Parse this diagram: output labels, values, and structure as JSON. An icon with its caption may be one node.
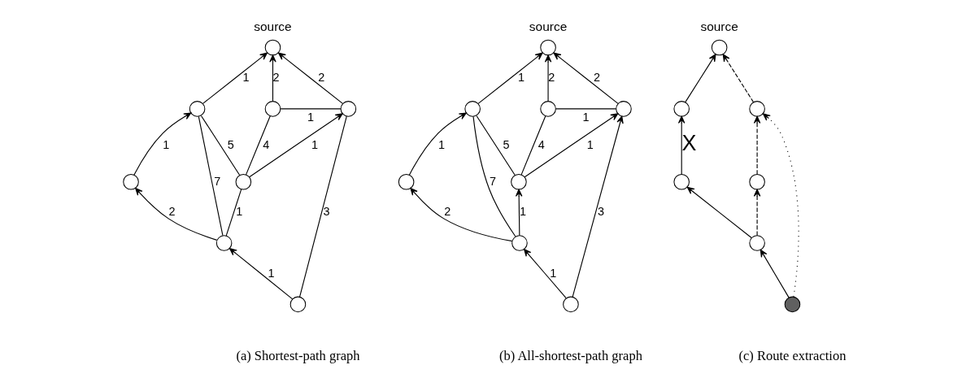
{
  "diagram": {
    "nodes": [
      {
        "text": [],
        "shape": "circle",
        "beside": [
          "source"
        ]
      },
      {
        "text": [],
        "shape": "circle"
      },
      {
        "text": [],
        "shape": "circle"
      },
      {
        "text": [],
        "shape": "circle"
      },
      {
        "text": [],
        "shape": "circle"
      },
      {
        "text": [],
        "shape": "circle"
      },
      {
        "text": [],
        "shape": "circle"
      },
      {
        "text": [],
        "shape": "circle"
      },
      {
        "text": [],
        "shape": "circle",
        "beside": [
          "source"
        ]
      },
      {
        "text": [],
        "shape": "circle"
      },
      {
        "text": [],
        "shape": "circle"
      },
      {
        "text": [],
        "shape": "circle"
      },
      {
        "text": [],
        "shape": "circle"
      },
      {
        "text": [],
        "shape": "circle"
      },
      {
        "text": [],
        "shape": "circle"
      },
      {
        "text": [],
        "shape": "circle"
      },
      {
        "text": [],
        "shape": "circle",
        "beside": [
          "source"
        ]
      },
      {
        "text": [],
        "shape": "circle"
      },
      {
        "text": [],
        "shape": "circle"
      },
      {
        "text": [],
        "shape": "circle"
      },
      {
        "text": [],
        "shape": "circle"
      },
      {
        "text": [],
        "shape": "circle"
      },
      {
        "text": [],
        "shape": "circle"
      }
    ],
    "edges": [
      {
        "from": 1,
        "to": 0,
        "arrow": "to",
        "label": "1"
      },
      {
        "from": 2,
        "to": 0,
        "arrow": "to",
        "label": "2"
      },
      {
        "from": 3,
        "to": 0,
        "arrow": "to",
        "label": "2"
      },
      {
        "from": 2,
        "to": 3,
        "arrow": "none",
        "label": "1"
      },
      {
        "from": 5,
        "to": 2,
        "arrow": "none",
        "label": "4"
      },
      {
        "from": 5,
        "to": 1,
        "arrow": "none",
        "label": "5"
      },
      {
        "from": 5,
        "to": 3,
        "arrow": "to",
        "label": "1"
      },
      {
        "from": 4,
        "to": 1,
        "arrow": "to",
        "label": "1"
      },
      {
        "from": 6,
        "to": 1,
        "arrow": "none",
        "label": "7"
      },
      {
        "from": 6,
        "to": 4,
        "arrow": "to",
        "label": "2"
      },
      {
        "from": 6,
        "to": 5,
        "arrow": "none",
        "label": "1"
      },
      {
        "from": 7,
        "to": 6,
        "arrow": "to",
        "label": "1"
      },
      {
        "from": 7,
        "to": 3,
        "arrow": "none",
        "label": "3"
      },
      {
        "from": 9,
        "to": 8,
        "arrow": "to",
        "label": "1"
      },
      {
        "from": 10,
        "to": 8,
        "arrow": "to",
        "label": "2"
      },
      {
        "from": 11,
        "to": 8,
        "arrow": "to",
        "label": "2"
      },
      {
        "from": 10,
        "to": 11,
        "arrow": "none",
        "label": "1"
      },
      {
        "from": 13,
        "to": 10,
        "arrow": "none",
        "label": "4"
      },
      {
        "from": 13,
        "to": 9,
        "arrow": "none",
        "label": "5"
      },
      {
        "from": 13,
        "to": 11,
        "arrow": "to",
        "label": "1"
      },
      {
        "from": 12,
        "to": 9,
        "arrow": "to",
        "label": "1"
      },
      {
        "from": 14,
        "to": 9,
        "arrow": "none",
        "label": "7"
      },
      {
        "from": 14,
        "to": 12,
        "arrow": "to",
        "label": "2"
      },
      {
        "from": 14,
        "to": 13,
        "arrow": "to",
        "label": "1"
      },
      {
        "from": 15,
        "to": 14,
        "arrow": "to",
        "label": "1"
      },
      {
        "from": 15,
        "to": 11,
        "arrow": "to",
        "label": "3"
      },
      {
        "from": 17,
        "to": 16,
        "arrow": "to"
      },
      {
        "from": 19,
        "to": 17,
        "arrow": "to",
        "label": "X"
      },
      {
        "from": 21,
        "to": 19,
        "arrow": "to"
      },
      {
        "from": 22,
        "to": 21,
        "arrow": "to"
      },
      {
        "from": 21,
        "to": 20,
        "arrow": "to",
        "style": "dashed"
      },
      {
        "from": 20,
        "to": 18,
        "arrow": "to",
        "style": "dashed"
      },
      {
        "from": 18,
        "to": 16,
        "arrow": "to",
        "style": "dashed"
      },
      {
        "from": 22,
        "to": 18,
        "arrow": "to",
        "style": "dashed"
      }
    ],
    "labels": [
      "(a) Shortest-path graph",
      "(b) All-shortest-path graph",
      "(c) Route extraction"
    ]
  }
}
